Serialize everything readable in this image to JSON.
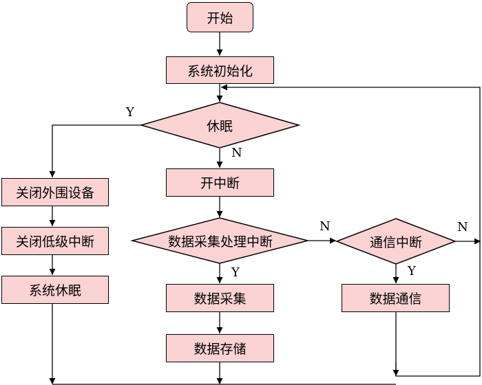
{
  "nodes": {
    "start": "开始",
    "init": "系统初始化",
    "sleep_decision": "休眠",
    "open_interrupt": "开中断",
    "close_peripherals": "关闭外围设备",
    "close_low_interrupt": "关闭低级中断",
    "system_sleep": "系统休眠",
    "acq_decision": "数据采集处理中断",
    "acquire": "数据采集",
    "store": "数据存储",
    "comm_decision": "通信中断",
    "communicate": "数据通信"
  },
  "labels": {
    "sleep_yes": "Y",
    "sleep_no": "N",
    "acq_yes": "Y",
    "acq_no": "N",
    "comm_yes": "Y",
    "comm_no": "N"
  },
  "colors": {
    "node_fill": "#fbd3d3",
    "stroke": "#000000"
  }
}
